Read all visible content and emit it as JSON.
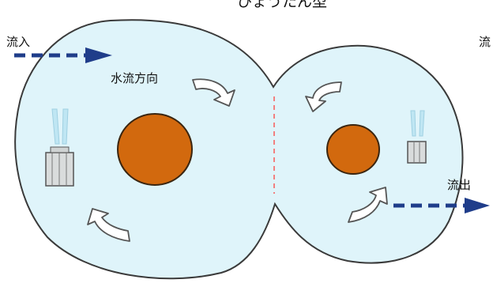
{
  "diagram": {
    "cut_title": "ひょうたん型",
    "inflow_label": "流入",
    "flow_direction_label": "水流方向",
    "outflow_label": "流出",
    "edge_label": "流"
  },
  "colors": {
    "basin_fill": "#dff4fa",
    "basin_stroke": "#3a3a3a",
    "island_fill": "#d2690e",
    "island_stroke": "#3a2510",
    "flow_arrow": "#1f3d8a",
    "divider": "#f28080",
    "rotation_arrow_fill": "#ffffff",
    "rotation_arrow_stroke": "#555555"
  },
  "icons": [
    "aerator-icon",
    "aerator-icon",
    "rotation-arrow-icon",
    "flow-arrow-icon"
  ]
}
